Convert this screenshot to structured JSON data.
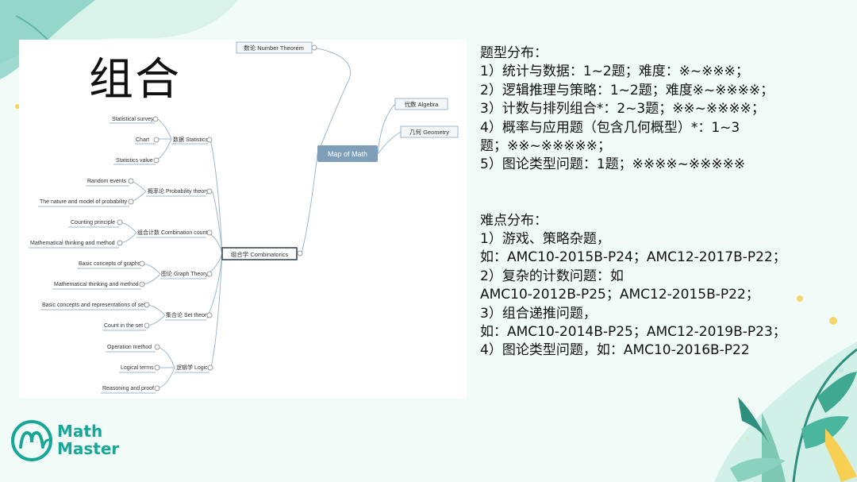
{
  "slide": {
    "title": "组合",
    "colors": {
      "background": "#f1fbf8",
      "brand": "#17a697",
      "root_node": "#7f9fb9",
      "line": "#9fb8cc"
    }
  },
  "mindmap": {
    "root": "Map of Math",
    "top_branches": [
      {
        "id": "number",
        "label": "数论 Number Theorem"
      },
      {
        "id": "algebra",
        "label": "代数 Algebra"
      },
      {
        "id": "geometry",
        "label": "几何 Geometry"
      },
      {
        "id": "combinatorics",
        "label": "组合学 Combinatorics"
      }
    ],
    "categories": [
      {
        "label": "数据 Statistics",
        "children": [
          "Statistical survey",
          "Chart",
          "Statistics value"
        ]
      },
      {
        "label": "概率论 Probability theory",
        "children": [
          "Random events",
          "The nature and model of probability"
        ]
      },
      {
        "label": "组合计数 Combination count",
        "children": [
          "Counting principle",
          "Mathematical thinking and method"
        ]
      },
      {
        "label": "图论 Graph Theory",
        "children": [
          "Basic concepts of graphs",
          "Mathematical thinking and method"
        ]
      },
      {
        "label": "集合论 Set theory",
        "children": [
          "Basic concepts and representations of sets",
          "Count in the set"
        ]
      },
      {
        "label": "逻辑学 Logic",
        "children": [
          "Operation method",
          "Logical terms",
          "Reasoning and proof"
        ]
      }
    ]
  },
  "notes": {
    "type_heading": "题型分布：",
    "type_lines": [
      "1）统计与数据：1~2题；难度：※~※※※；",
      "2）逻辑推理与策略：1~2题；难度※~※※※※；",
      "3）计数与排列组合*：2~3题；※※~※※※※；",
      "4）概率与应用题（包含几何概型）*：1~3",
      "题；※※~※※※※※；",
      "5）图论类型问题：1题；※※※※~※※※※※"
    ],
    "difficulty_heading": "难点分布：",
    "difficulty_lines": [
      "1）游戏、策略杂题，",
      "如：AMC10-2015B-P24；AMC12-2017B-P22；",
      "2）复杂的计数问题：如",
      "AMC10-2012B-P25；AMC12-2015B-P22；",
      "3）组合递推问题，",
      "如：AMC10-2014B-P25；AMC12-2019B-P23；",
      "4）图论类型问题，如：AMC10-2016B-P22"
    ]
  },
  "logo": {
    "line1": "Math",
    "line2": "Master",
    "icon": "math-master-logo-icon"
  }
}
